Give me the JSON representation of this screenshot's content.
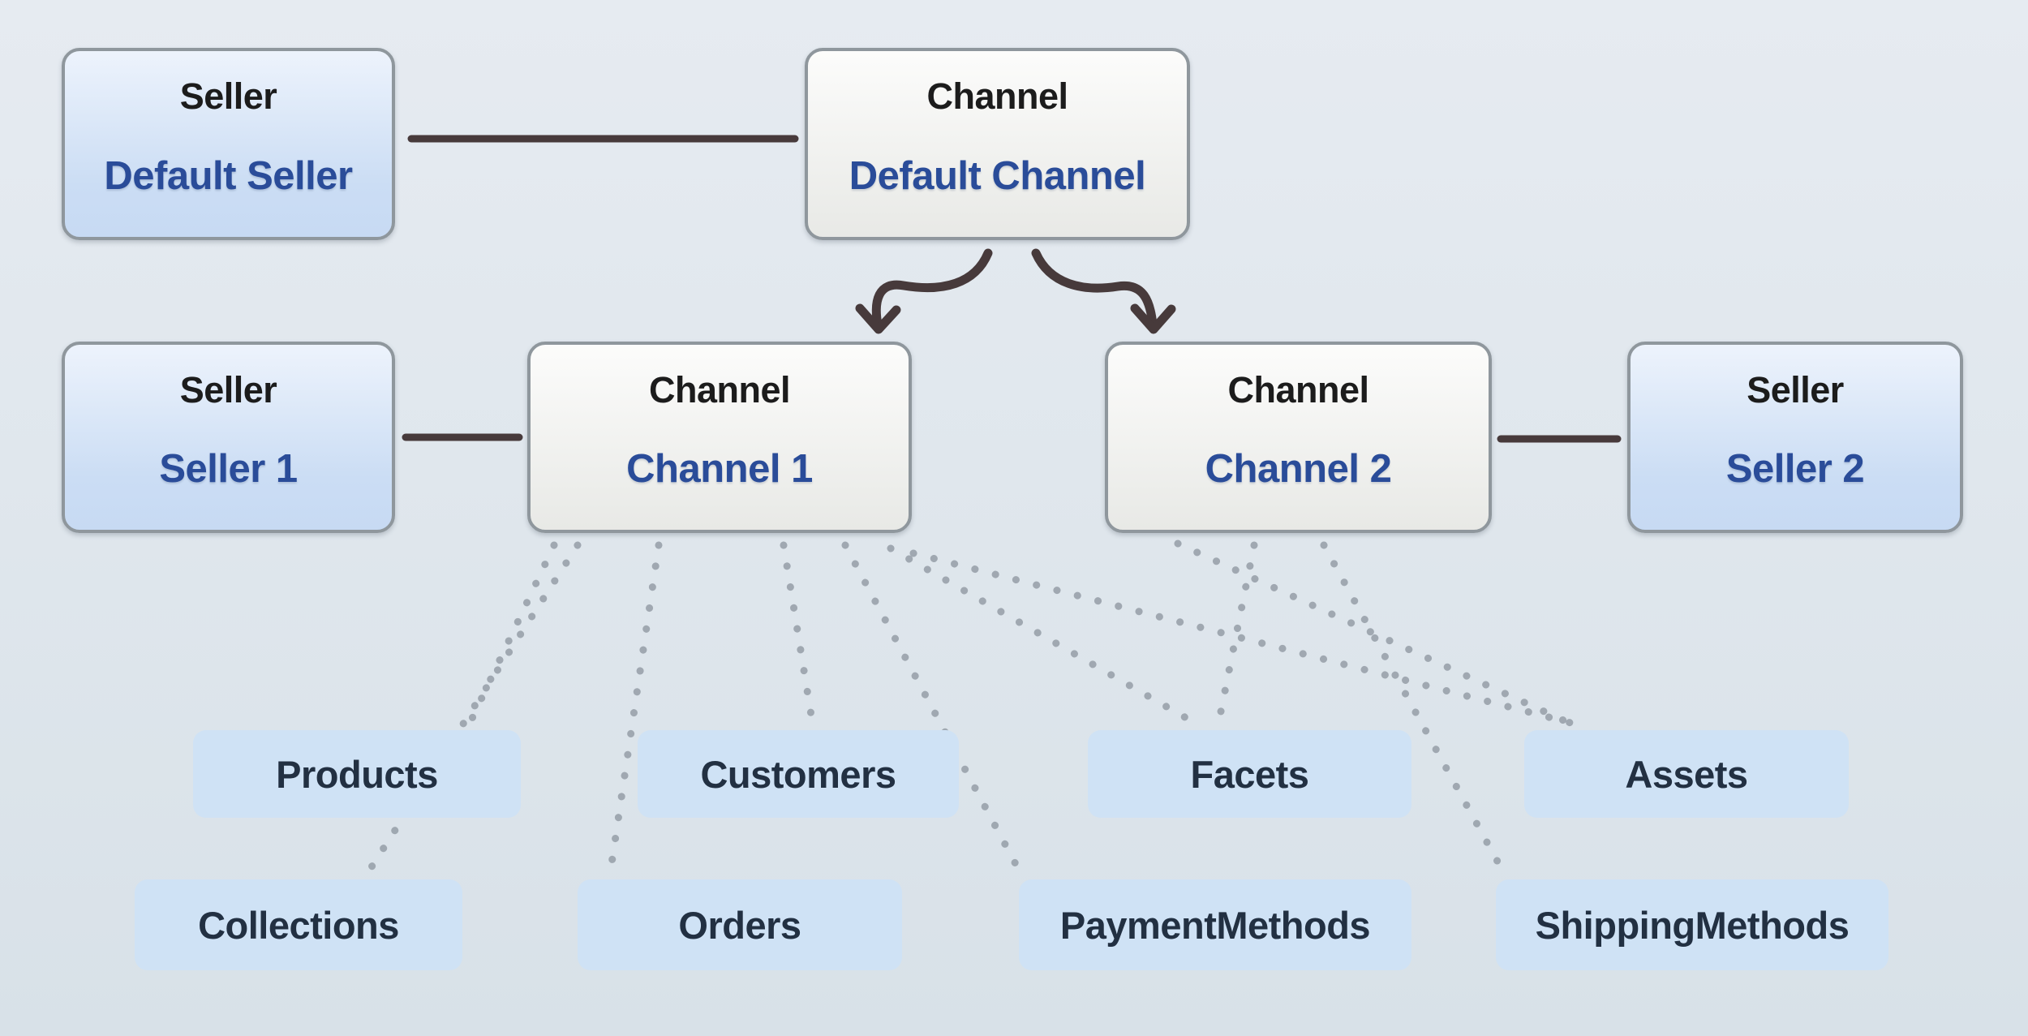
{
  "diagram": {
    "nodes": {
      "default_seller": {
        "type_label": "Seller",
        "name": "Default Seller"
      },
      "default_channel": {
        "type_label": "Channel",
        "name": "Default Channel"
      },
      "seller1": {
        "type_label": "Seller",
        "name": "Seller 1"
      },
      "channel1": {
        "type_label": "Channel",
        "name": "Channel 1"
      },
      "channel2": {
        "type_label": "Channel",
        "name": "Channel 2"
      },
      "seller2": {
        "type_label": "Seller",
        "name": "Seller 2"
      }
    },
    "entities": [
      {
        "label": "Products"
      },
      {
        "label": "Customers"
      },
      {
        "label": "Facets"
      },
      {
        "label": "Assets"
      },
      {
        "label": "Collections"
      },
      {
        "label": "Orders"
      },
      {
        "label": "PaymentMethods"
      },
      {
        "label": "ShippingMethods"
      }
    ],
    "colors": {
      "background_top": "#e6ebf1",
      "background_bottom": "#d8e1e8",
      "seller_box_top": "#edf3fc",
      "seller_box_bottom": "#c7daf3",
      "channel_box_top": "#fcfcfb",
      "channel_box_bottom": "#e8e9e6",
      "box_border": "#8f979d",
      "entity_fill": "#cfe2f5",
      "title_text": "#1c1c1c",
      "name_text": "#2a4c99",
      "entity_text": "#223042",
      "connector": "#473a3b",
      "dotted_link": "#9aa3ab"
    }
  }
}
